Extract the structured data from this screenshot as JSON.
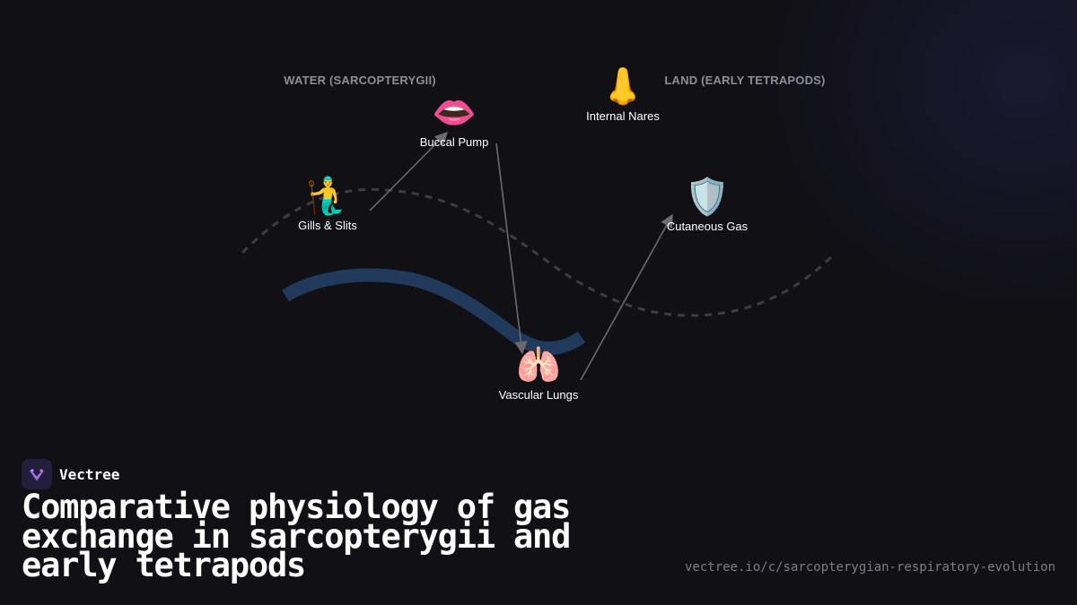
{
  "regions": {
    "water": "WATER (SARCOPTERYGII)",
    "land": "LAND (EARLY TETRAPODS)"
  },
  "nodes": [
    {
      "id": "gills",
      "label": "Gills & Slits",
      "glyph": "🧜‍♂️",
      "icon": "merman-icon"
    },
    {
      "id": "buccal",
      "label": "Buccal Pump",
      "glyph": "👄",
      "icon": "mouth-icon"
    },
    {
      "id": "nares",
      "label": "Internal Nares",
      "glyph": "👃",
      "icon": "nose-icon"
    },
    {
      "id": "cutaneous",
      "label": "Cutaneous Gas",
      "glyph": "🛡️",
      "icon": "shield-icon"
    },
    {
      "id": "lungs",
      "label": "Vascular Lungs",
      "glyph": "🫁",
      "icon": "lungs-icon"
    }
  ],
  "arrows": [
    {
      "from": "gills",
      "to": "buccal"
    },
    {
      "from": "buccal",
      "to": "lungs"
    },
    {
      "from": "lungs",
      "to": "cutaneous"
    }
  ],
  "brand": {
    "name": "Vectree"
  },
  "title": "Comparative physiology of gas exchange in sarcopterygii and early tetrapods",
  "url": "vectree.io/c/sarcopterygian-respiratory-evolution",
  "colors": {
    "background": "#111015",
    "thick_path": "#213a5c",
    "dashed_path": "#3d3d45",
    "arrow": "#6a6a70",
    "muted_text": "#8e8e96"
  }
}
